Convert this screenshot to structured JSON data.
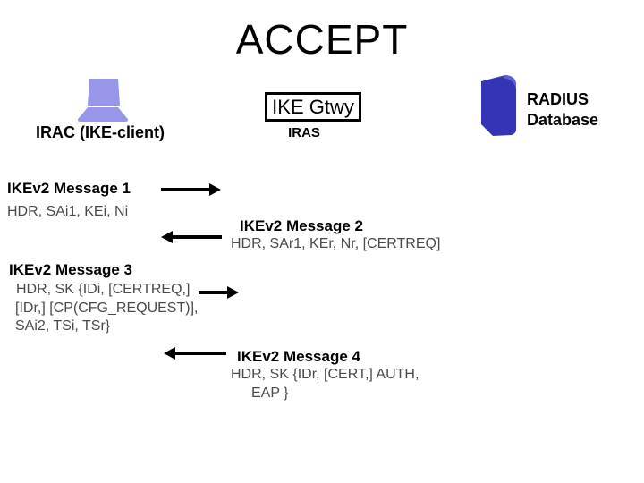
{
  "slide": {
    "title": "ACCEPT"
  },
  "actors": {
    "client": {
      "label": "IRAC (IKE-client)"
    },
    "gateway": {
      "box_label": "IKE Gtwy",
      "sub_label": "IRAS"
    },
    "radius": {
      "label_line1": "RADIUS",
      "label_line2": "Database"
    }
  },
  "messages": [
    {
      "title": "IKEv2 Message 1",
      "direction": "right",
      "lines": [
        "HDR, SAi1, KEi, Ni"
      ]
    },
    {
      "title": "IKEv2 Message 2",
      "direction": "left",
      "lines": [
        "HDR, SAr1, KEr, Nr, [CERTREQ]"
      ]
    },
    {
      "title": "IKEv2 Message 3",
      "direction": "right",
      "lines": [
        "HDR, SK {IDi, [CERTREQ,]",
        "[IDr,] [CP(CFG_REQUEST)],",
        "SAi2, TSi, TSr}"
      ]
    },
    {
      "title": "IKEv2 Message 4",
      "direction": "left",
      "lines": [
        "HDR, SK {IDr, [CERT,] AUTH,",
        "EAP }"
      ]
    }
  ],
  "icons": {
    "client_icon": "laptop-icon",
    "radius_icon": "database-icon"
  },
  "colors": {
    "laptop_icon": "#9796e8",
    "database_icon": "#3534b5",
    "database_icon_highlight": "#5f5ed3",
    "heading_text": "#000000",
    "payload_text": "#4a4a4a",
    "arrow": "#000000",
    "background": "#ffffff"
  }
}
